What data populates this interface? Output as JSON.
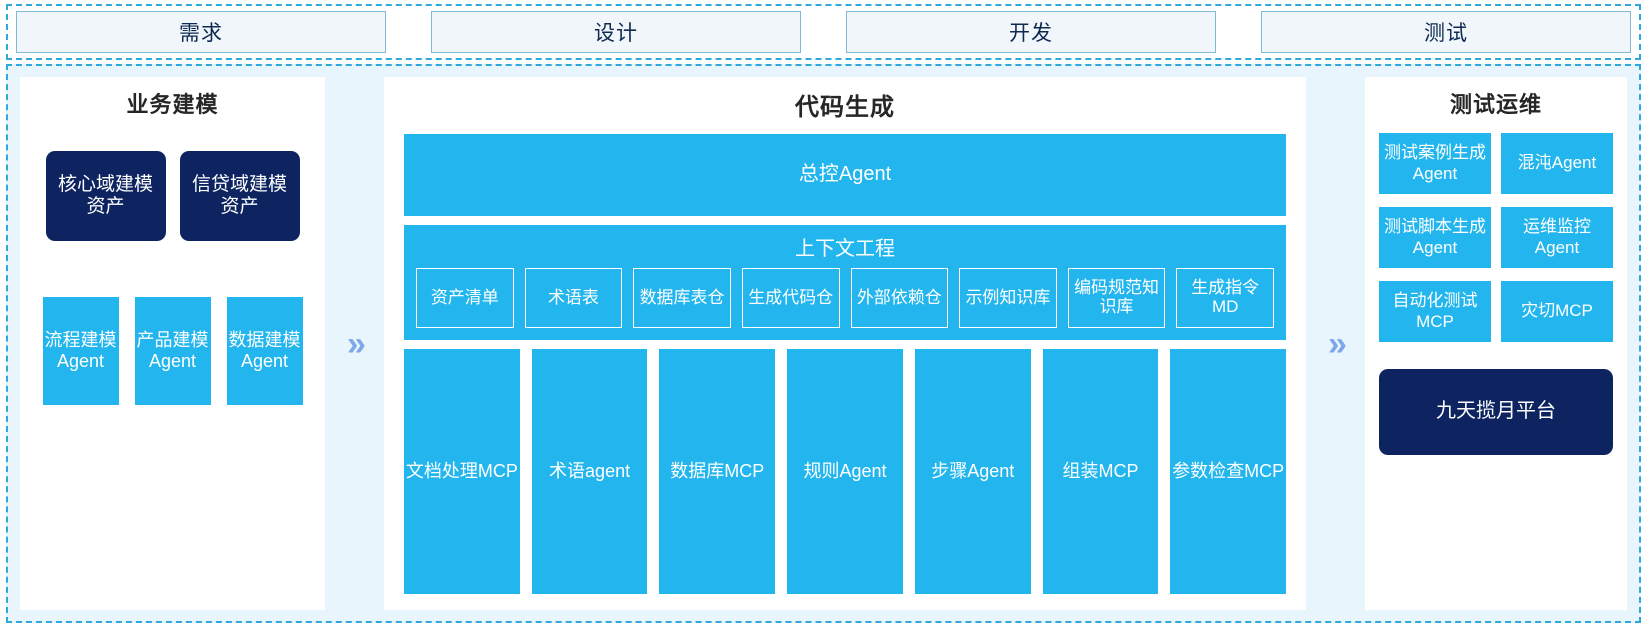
{
  "stages": [
    {
      "label": "需求"
    },
    {
      "label": "设计"
    },
    {
      "label": "开发"
    },
    {
      "label": "测试"
    }
  ],
  "separators": {
    "first": "»",
    "second": "»"
  },
  "left_panel": {
    "title": "业务建模",
    "assets": [
      {
        "label": "核心域建模资产"
      },
      {
        "label": "信贷域建模资产"
      }
    ],
    "agents": [
      {
        "label": "流程建模Agent"
      },
      {
        "label": "产品建模Agent"
      },
      {
        "label": "数据建模Agent"
      }
    ]
  },
  "center_panel": {
    "title": "代码生成",
    "control_agent": "总控Agent",
    "context": {
      "title": "上下文工程",
      "chips": [
        {
          "label": "资产清单"
        },
        {
          "label": "术语表"
        },
        {
          "label": "数据库表仓"
        },
        {
          "label": "生成代码仓"
        },
        {
          "label": "外部依赖仓"
        },
        {
          "label": "示例知识库"
        },
        {
          "label": "编码规范知识库"
        },
        {
          "label": "生成指令MD"
        }
      ]
    },
    "tools": [
      {
        "label": "文档处理MCP"
      },
      {
        "label": "术语agent"
      },
      {
        "label": "数据库MCP"
      },
      {
        "label": "规则Agent"
      },
      {
        "label": "步骤Agent"
      },
      {
        "label": "组装MCP"
      },
      {
        "label": "参数检查MCP"
      }
    ]
  },
  "right_panel": {
    "title": "测试运维",
    "cards": [
      {
        "label": "测试案例生成Agent"
      },
      {
        "label": "混沌Agent"
      },
      {
        "label": "测试脚本生成Agent"
      },
      {
        "label": "运维监控Agent"
      },
      {
        "label": "自动化测试MCP"
      },
      {
        "label": "灾切MCP"
      }
    ],
    "platform": "九天揽月平台"
  },
  "colors": {
    "cyan": "#23b6ee",
    "navy": "#0d2461",
    "background": "#e9f5fd",
    "dashed_border": "#2fa8dd",
    "chevron": "#7da7e8",
    "stage_fill": "#f1f6fa"
  }
}
